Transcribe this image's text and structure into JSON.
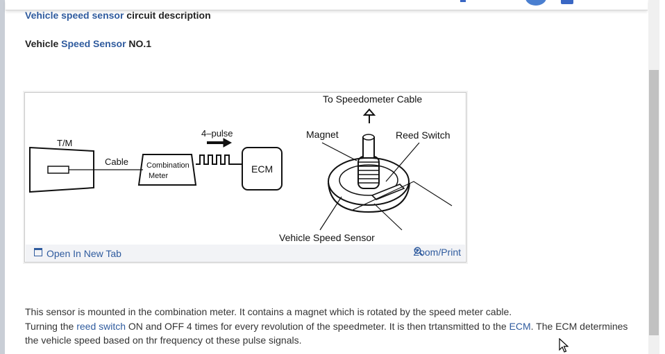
{
  "heading": {
    "link": "Vehicle speed sensor",
    "rest": " circuit description"
  },
  "subheading": {
    "prefix": "Vehicle ",
    "link": "Speed Sensor",
    "suffix": " NO.1"
  },
  "figure": {
    "labels": {
      "tm": "T/M",
      "cable": "Cable",
      "combination_line1": "Combination",
      "combination_line2": "Meter",
      "pulse": "4–pulse",
      "ecm": "ECM",
      "to_speedometer": "To Speedometer Cable",
      "magnet": "Magnet",
      "reed_switch": "Reed Switch",
      "vehicle_speed_sensor": "Vehicle Speed Sensor"
    },
    "open_tab_label": "Open In New Tab",
    "zoom_label": "Zoom/Print"
  },
  "description": {
    "line1": "This sensor is mounted in the combination meter. It contains a magnet which is rotated by the speed meter cable.",
    "line2_a": "Turning the ",
    "line2_link1": "reed switch",
    "line2_b": " ON and OFF 4 times for every revolution of the speedmeter. It is then trtansmitted to the ",
    "line2_link2": "ECM",
    "line2_c": ". The ECM determines",
    "line3": "the vehicle speed based on thr frequency ot these pulse signals."
  }
}
